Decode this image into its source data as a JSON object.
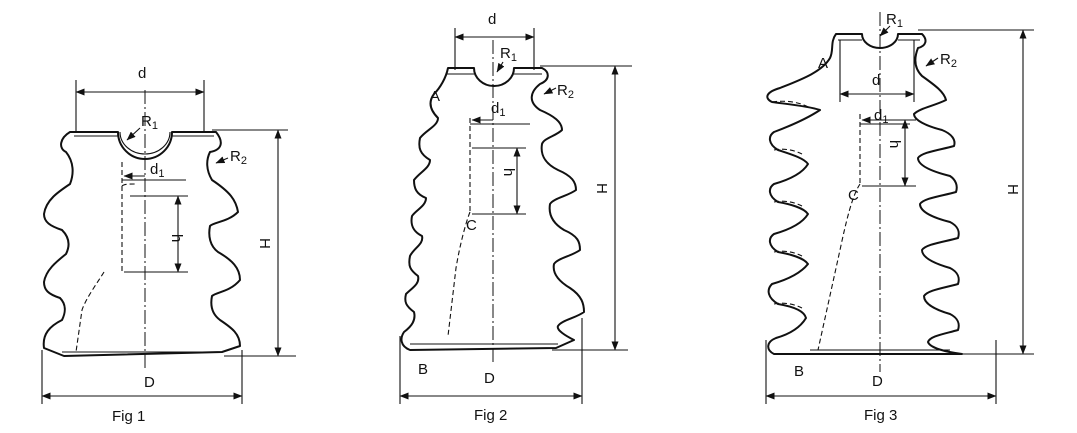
{
  "figures": [
    {
      "caption": "Fig 1",
      "labels": {
        "d": "d",
        "R1": "R1",
        "R2": "R2",
        "d1": "d1",
        "h": "h",
        "H": "H",
        "D": "D"
      }
    },
    {
      "caption": "Fig 2",
      "labels": {
        "d": "d",
        "R1": "R1",
        "R2": "R2",
        "A": "A",
        "d1": "d1",
        "h": "h",
        "C": "C",
        "H": "H",
        "B": "B",
        "D": "D"
      }
    },
    {
      "caption": "Fig 3",
      "labels": {
        "R1": "R1",
        "R2": "R2",
        "A": "A",
        "d": "d",
        "d1": "d1",
        "h": "h",
        "C": "C",
        "H": "H",
        "B": "B",
        "D": "D"
      }
    }
  ]
}
